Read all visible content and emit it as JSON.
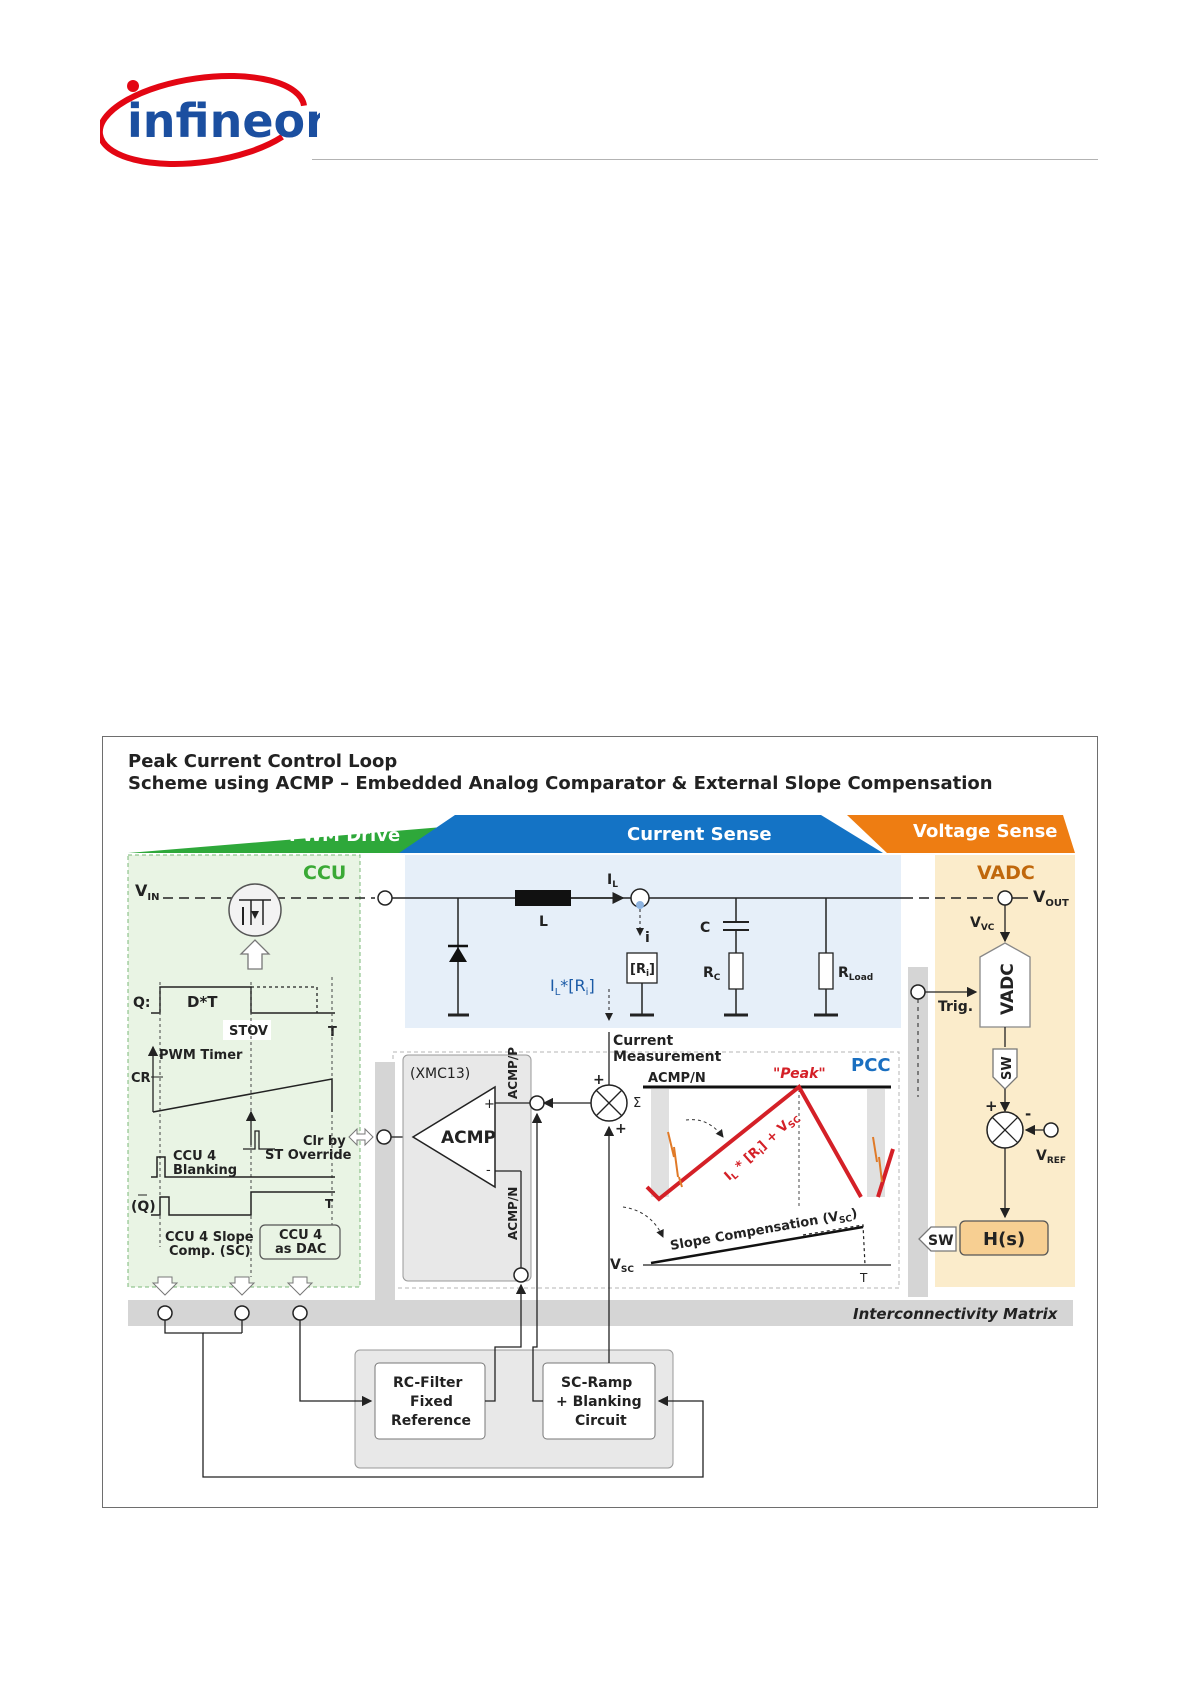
{
  "logo": {
    "text": "infineon"
  },
  "figure": {
    "title_line1": "Peak Current Control Loop",
    "title_line2": "Scheme using ACMP – Embedded Analog Comparator & External Slope Compensation",
    "sections": {
      "pwm": "PWM Drive",
      "current": "Current Sense",
      "voltage": "Voltage Sense"
    },
    "blocks": {
      "ccu": "CCU",
      "vadc": "VADC",
      "vadc_box": "VADC",
      "pcc": "PCC",
      "xmc": "(XMC13)",
      "acmp": "ACMP",
      "acmp_p": "ACMP/P",
      "acmp_n": "ACMP/N",
      "hs": "H(s)",
      "sw1": "SW",
      "sw2": "SW",
      "ccu4_dac_1": "CCU 4",
      "ccu4_dac_2": "as DAC",
      "rc_1": "RC-Filter",
      "rc_2": "Fixed",
      "rc_3": "Reference",
      "sc_1": "SC-Ramp",
      "sc_2": "+ Blanking",
      "sc_3": "Circuit",
      "matrix": "Interconnectivity Matrix"
    },
    "labels": {
      "vin": "V",
      "vin_sub": "IN",
      "vout": "V",
      "vout_sub": "OUT",
      "vvc": "V",
      "vvc_sub": "VC",
      "vref": "V",
      "vref_sub": "REF",
      "il": "I",
      "il_sub": "L",
      "l": "L",
      "c": "C",
      "i": "i",
      "rc": "R",
      "rc_sub": "C",
      "rload": "R",
      "rload_sub": "Load",
      "ri": "[R",
      "ri_sub": "i",
      "ri_end": "]",
      "ilri": "I",
      "ilri_sub": "L",
      "ilri_end": "*[R",
      "ilri_sub2": "i",
      "ilri_end2": "]",
      "curmeas_1": "Current",
      "curmeas_2": "Measurement",
      "trig": "Trig.",
      "q": "Q:",
      "dt": "D*T",
      "stov": "STOV",
      "t1": "T",
      "t2": "T",
      "t3": "T",
      "pwm_timer": "PWM Timer",
      "cr": "CR",
      "clr_1": "Clr by",
      "clr_2": "ST Override",
      "ccu4_blank_1": "CCU 4",
      "ccu4_blank_2": "Blanking",
      "qbar": "(Q)",
      "ccu4_slope_1": "CCU 4 Slope",
      "ccu4_slope_2": "Comp. (SC)",
      "acmpn_pcc": "ACMP/N",
      "peak": "\"Peak\"",
      "ramp_label": "I",
      "ramp_sub": "L",
      "ramp_mid": " * [R",
      "ramp_sub2": "i",
      "ramp_end": "] + V",
      "ramp_sub3": "SC",
      "slope_comp": "Slope Compensation (V",
      "slope_sub": "SC",
      "slope_end": ")",
      "vsc": "V",
      "vsc_sub": "SC",
      "sigma": "Σ",
      "plus": "+",
      "minus": "-"
    }
  },
  "colors": {
    "green": "#2ea83a",
    "blue": "#1473c5",
    "orange": "#ee7d12",
    "ccu_bg": "#e9f4e4",
    "cs_bg": "#e6eff9",
    "vs_bg": "#fbeccb",
    "red": "#d42027",
    "ccu_title": "#3aa935",
    "vadc_title": "#c0680c",
    "pcc_title": "#1a6fc0",
    "matrix": "#d5d5d5"
  }
}
